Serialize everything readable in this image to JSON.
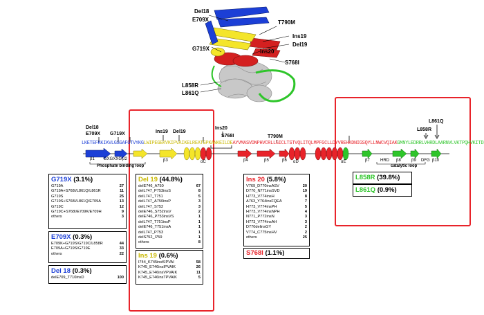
{
  "structure_labels": {
    "del18": "Del18",
    "e709x": "E709X",
    "t790m": "T790M",
    "ins19": "Ins19",
    "del19": "Del19",
    "g719x": "G719X",
    "ins20": "Ins20",
    "s768i": "S768I",
    "l858r": "L858R",
    "l861q": "L861Q"
  },
  "track_labels": {
    "del18": "Del18",
    "e709x": "E709X",
    "g719x": "G719X",
    "ins19": "Ins19",
    "del19": "Del19",
    "ins20": "Ins20",
    "s768i": "S768I",
    "t790m": "T790M",
    "l861q": "L861Q",
    "l858r": "L858R"
  },
  "sequence": {
    "blue": "LKETEFKKIKVLGSGAFGTVYKG",
    "yellow": "LWIPEGEKVKIPVAIKELREATSPKANKEILDE",
    "red": "AYVMASVDNPHVCRLLGICLTSTVQLITQLMPFGCLLDYVREHKDNIGSQYLLNWCVQIAK",
    "green": "GMNYLEDRRLVHRDLAARNVLVKTPQHVKITDFGLAKLLGA"
  },
  "secondary": {
    "b1": "β1",
    "gxgxxg": "GXGXXG",
    "b2": "β2",
    "b3": "β3",
    "ac": "αC",
    "b4": "β4",
    "b5": "β5",
    "b6": "β6",
    "ad": "αD",
    "ae": "αE",
    "b7": "β7",
    "hrd": "HRD",
    "b8": "β8",
    "b9": "β9",
    "dfg": "DFG",
    "b10": "β10",
    "phosphate_loop": "Phosphate binding loop",
    "catalytic_loop": "catalytic loop"
  },
  "boxes": {
    "g719x": {
      "title": "G719X",
      "pct": "(3.1%)",
      "rows": [
        [
          "G719A",
          "27"
        ],
        [
          "G719A+S768I/L861Q/L861R",
          "11"
        ],
        [
          "G719S",
          "25"
        ],
        [
          "G719S+S768I/L861Q/E709A",
          "13"
        ],
        [
          "G719C",
          "12"
        ],
        [
          "G719C+S768I/E709K/E709H",
          "9"
        ],
        [
          "others",
          "3"
        ]
      ]
    },
    "e709x": {
      "title": "E709X",
      "pct": "(0.3%)",
      "rows": [
        [
          "E709K+G719S/G719C/L858R",
          "44"
        ],
        [
          "E709A+G719S/G719E",
          "33"
        ],
        [
          "others",
          "22"
        ]
      ]
    },
    "del18": {
      "title": "Del 18",
      "pct": "(0.3%)",
      "rows": [
        [
          "delE709_T710insD",
          "100"
        ]
      ]
    },
    "del19": {
      "title": "Del 19",
      "pct": "(44.8%)",
      "rows": [
        [
          "delE746_A750",
          "67"
        ],
        [
          "delL747_P753insS",
          "8"
        ],
        [
          "delL747_T751",
          "5"
        ],
        [
          "delL747_A750insP",
          "3"
        ],
        [
          "delL747_S752",
          "3"
        ],
        [
          "delE746_S752insV",
          "2"
        ],
        [
          "delE746_P753insVS",
          "1"
        ],
        [
          "delL747_T751insP",
          "1"
        ],
        [
          "delE746_T751insA",
          "1"
        ],
        [
          "delL747_P753",
          "1"
        ],
        [
          "delS752_I759",
          "1"
        ],
        [
          "others",
          "8"
        ]
      ]
    },
    "ins19": {
      "title": "Ins 19",
      "pct": "(0.6%)",
      "rows": [
        [
          "I744_K745insKIPVAI",
          "58"
        ],
        [
          "K745_E746insIPVAIK",
          "26"
        ],
        [
          "K745_E746insVPVAIK",
          "11"
        ],
        [
          "K745_E746insTPVAIK",
          "5"
        ]
      ]
    },
    "ins20": {
      "title": "Ins 20",
      "pct": "(5.8%)",
      "rows": [
        [
          "V769_D770insASV",
          "20"
        ],
        [
          "D770_N771insSVD",
          "19"
        ],
        [
          "H773_V774insH",
          "8"
        ],
        [
          "A763_Y764insFQEA",
          "7"
        ],
        [
          "H773_V774insPH",
          "5"
        ],
        [
          "H773_V774insNPH",
          "4"
        ],
        [
          "N771_P772insN",
          "3"
        ],
        [
          "H773_V774insAH",
          "3"
        ],
        [
          "D770delinsGY",
          "2"
        ],
        [
          "V774_C775insHV",
          "2"
        ],
        [
          "others",
          "25"
        ]
      ]
    },
    "s768i": {
      "title": "S768I",
      "pct": "(1.1%)"
    },
    "l858r": {
      "title": "L858R",
      "pct": "(39.8%)"
    },
    "l861q": {
      "title": "L861Q",
      "pct": "(0.9%)"
    }
  },
  "colors": {
    "blue": "#1c3fd6",
    "yellow": "#f4e52a",
    "red": "#e8232a",
    "green": "#2ec52a",
    "frame": "#e8232a",
    "gray": "#bdbdbd"
  }
}
